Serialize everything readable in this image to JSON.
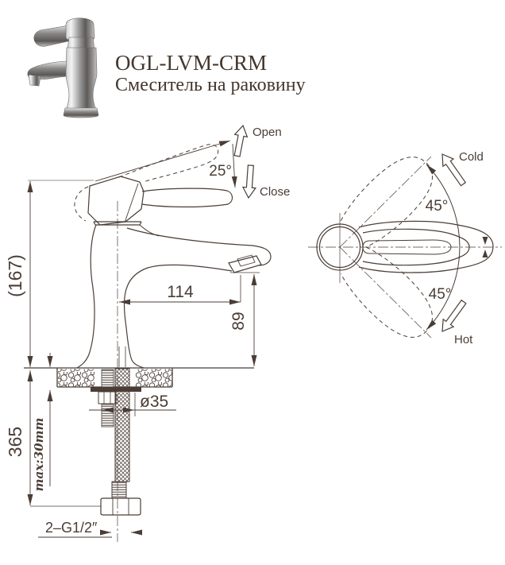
{
  "header": {
    "model": "OGL-LVM-CRM",
    "product_name": "Смеситель на раковину"
  },
  "side_view": {
    "open_label": "Open",
    "close_label": "Close",
    "lever_angle": "25°",
    "overall_height": "(167)",
    "hose_length": "365",
    "max_mount_thickness": "max:30mm",
    "spout_reach": "114",
    "spout_height": "89",
    "mount_hole_diameter": "ø35",
    "connection_thread": "2–G1/2″"
  },
  "top_view": {
    "cold_label": "Cold",
    "hot_label": "Hot",
    "swing_angle_cold": "45°",
    "swing_angle_hot": "45°"
  },
  "colors": {
    "line": "#4a3d36",
    "text": "#473a31",
    "aux": "#969696"
  }
}
